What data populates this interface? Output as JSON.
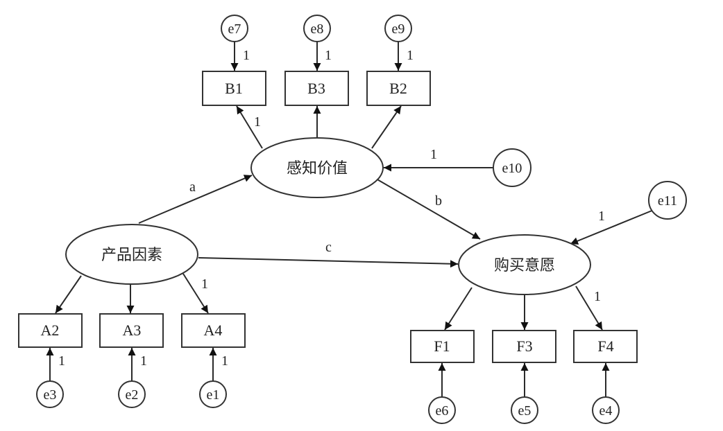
{
  "nodes": {
    "perceived_value": "感知价值",
    "product_factors": "产品因素",
    "purchase_intention": "购买意愿",
    "B1": "B1",
    "B3": "B3",
    "B2": "B2",
    "A2": "A2",
    "A3": "A3",
    "A4": "A4",
    "F1": "F1",
    "F3": "F3",
    "F4": "F4",
    "e1": "e1",
    "e2": "e2",
    "e3": "e3",
    "e4": "e4",
    "e5": "e5",
    "e6": "e6",
    "e7": "e7",
    "e8": "e8",
    "e9": "e9",
    "e10": "e10",
    "e11": "e11"
  },
  "path_labels": {
    "a": "a",
    "b": "b",
    "c": "c"
  },
  "fixed_loadings": {
    "e7_B1": "1",
    "e8_B3": "1",
    "e9_B2": "1",
    "pv_B1": "1",
    "e10_pv": "1",
    "e11_pi": "1",
    "pf_A4": "1",
    "pi_F4": "1",
    "e3_A2": "1",
    "e2_A3": "1",
    "e1_A4": "1"
  }
}
